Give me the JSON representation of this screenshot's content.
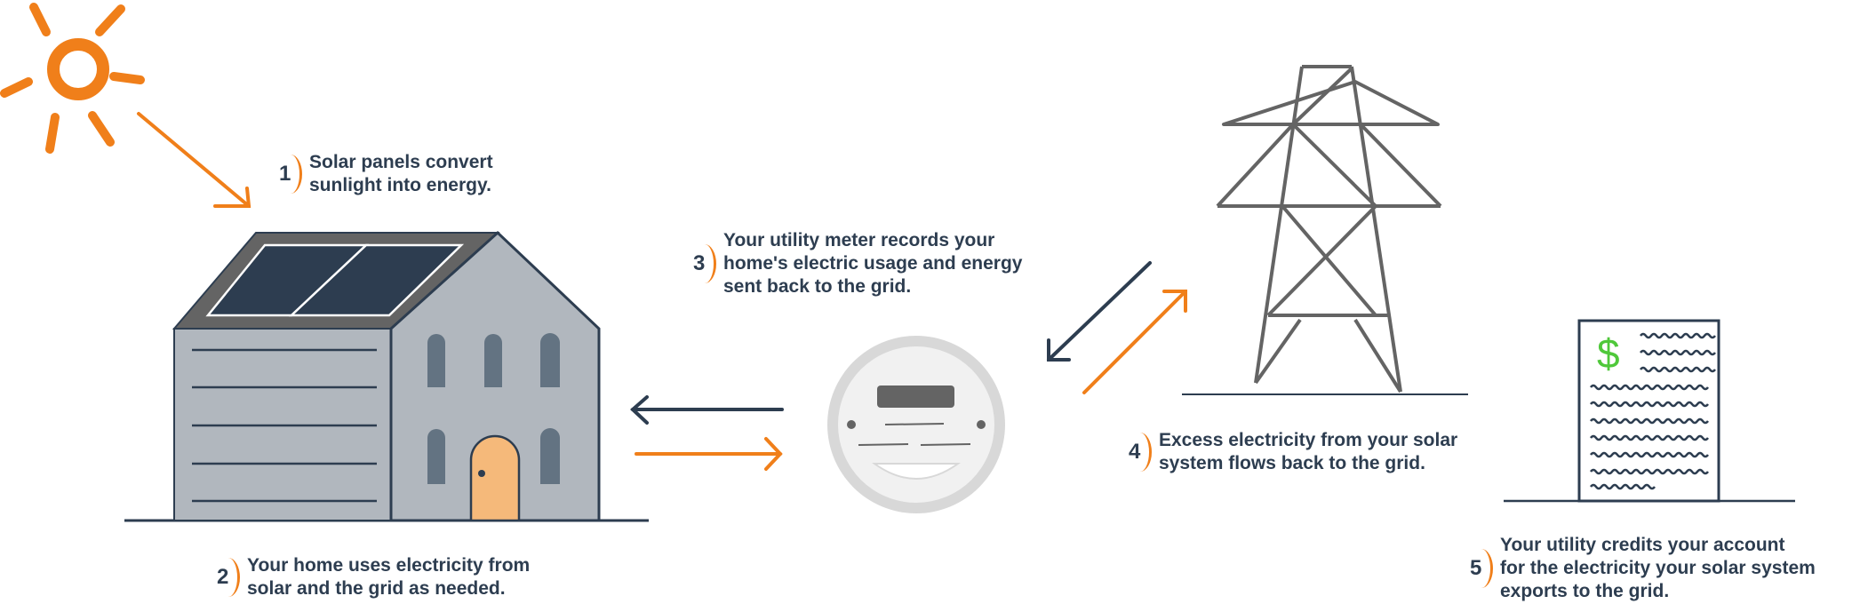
{
  "colors": {
    "orange": "#f07f1a",
    "navy": "#2d3d50",
    "house_wall": "#b1b7be",
    "roof": "#646464",
    "panel": "#2d3d50",
    "window": "#637382",
    "door": "#f5b97a",
    "tower": "#646464",
    "meter_ring": "#d8d8d8",
    "meter_face": "#f1f1f1",
    "dollar": "#4fc83a"
  },
  "steps": [
    {
      "number": "1",
      "lines": [
        "Solar panels convert",
        "sunlight into energy."
      ]
    },
    {
      "number": "2",
      "lines": [
        "Your home uses electricity from",
        "solar and the grid as needed."
      ]
    },
    {
      "number": "3",
      "lines": [
        "Your utility meter records your",
        "home's electric usage and energy",
        "sent back to the grid."
      ]
    },
    {
      "number": "4",
      "lines": [
        "Excess electricity from your solar",
        "system flows back to the grid."
      ]
    },
    {
      "number": "5",
      "lines": [
        "Your utility credits your account",
        "for the electricity your solar system",
        "exports to the grid."
      ]
    }
  ],
  "illustrations": {
    "sun": "sun-icon",
    "house": "house-with-solar-panels",
    "meter": "utility-meter-icon",
    "tower": "power-transmission-tower",
    "bill": "utility-bill-document",
    "bill_symbol": "$"
  }
}
